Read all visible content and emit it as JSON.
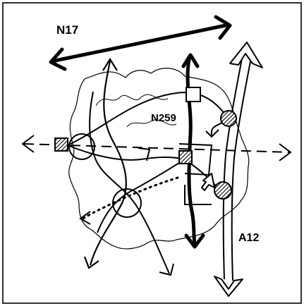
{
  "diagram": {
    "road_labels": {
      "n17": "N17",
      "n259": "N259",
      "a12": "A12"
    },
    "colors": {
      "ink": "#000000",
      "paper": "#ffffff",
      "hatch_fill": "#1a1a1a"
    },
    "icons": {
      "node": "hatched-node-icon",
      "arrow": "arrow-head-icon"
    }
  }
}
